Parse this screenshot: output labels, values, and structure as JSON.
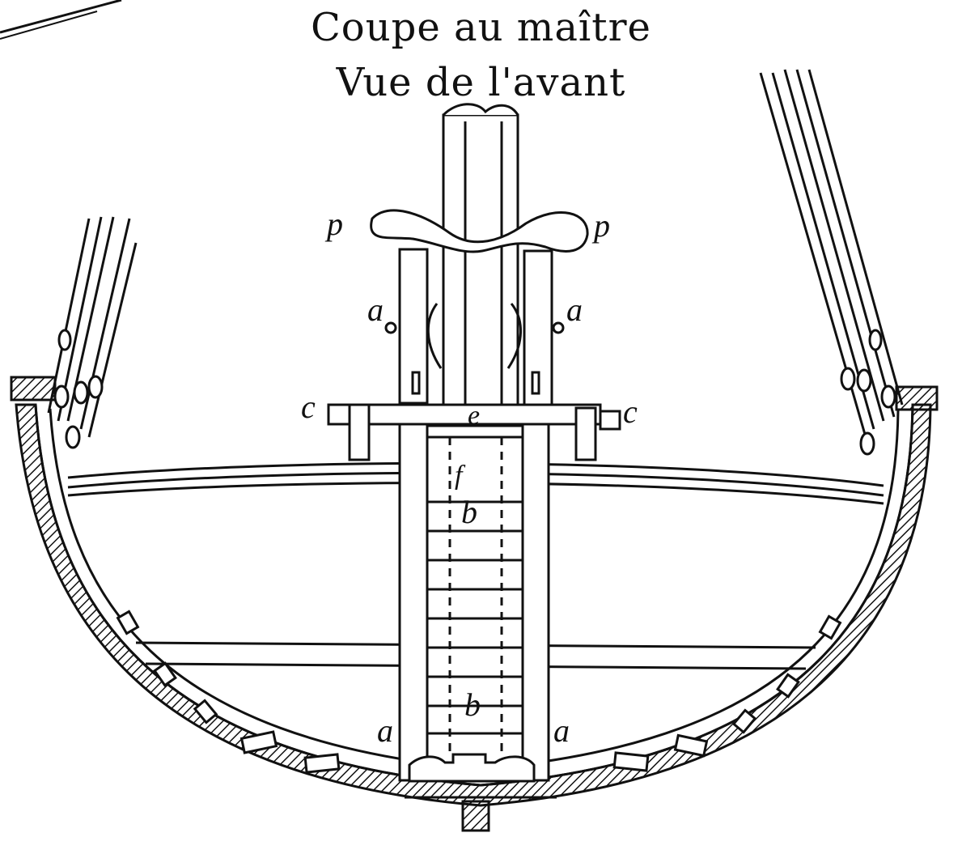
{
  "title": {
    "line1": "Coupe au maître",
    "line2": "Vue de l'avant"
  },
  "labels": {
    "p_left": "p",
    "p_right": "p",
    "a_left_upper": "a",
    "a_right_upper": "a",
    "c_left": "c",
    "c_right": "c",
    "e": "e",
    "f": "f",
    "b_upper": "b",
    "b_lower": "b",
    "a_left_lower": "a",
    "a_right_lower": "a"
  },
  "colors": {
    "ink": "#111111",
    "paper": "#ffffff"
  }
}
